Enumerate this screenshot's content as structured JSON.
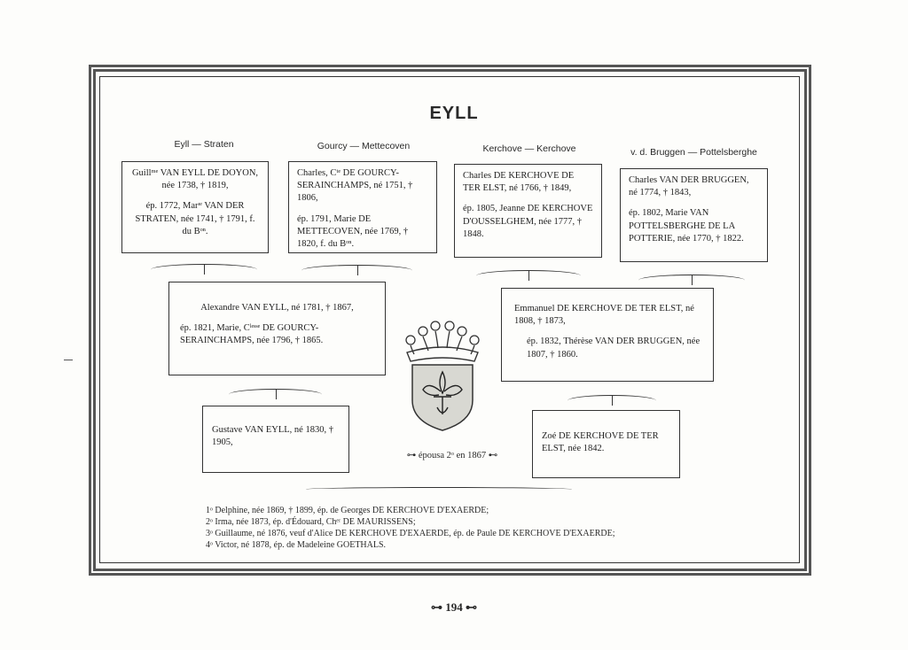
{
  "title": "EYLL",
  "couples": {
    "c1": "Eyll — Straten",
    "c2": "Gourcy — Mettecoven",
    "c3": "Kerchove — Kerchove",
    "c4": "v. d. Bruggen — Pottelsberghe"
  },
  "boxes": {
    "b1": {
      "line1": "Guillᵐᵉ VAN EYLL DE DOYON, née 1738, † 1819,",
      "line2": "ép. 1772, Marᶦᵉ VAN DER STRATEN, née 1741, † 1791, f. du Bᵒⁿ."
    },
    "b2": {
      "line1": "Charles, Cᵗᵉ DE GOURCY-SERAINCHAMPS, né 1751, † 1806,",
      "line2": "ép. 1791, Marie DE METTECOVEN, née 1769, † 1820, f. du Bᵒⁿ."
    },
    "b3": {
      "line1": "Charles DE KERCHOVE DE TER ELST, né 1766, † 1849,",
      "line2": "ép. 1805, Jeanne DE KERCHOVE D'OUSSELGHEM, née 1777, † 1848."
    },
    "b4": {
      "line1": "Charles VAN DER BRUGGEN, né 1774, † 1843,",
      "line2": "ép. 1802, Marie VAN POTTELSBERGHE DE LA POTTERIE, née 1770, † 1822."
    },
    "b5": {
      "line1": "Alexandre VAN EYLL, né 1781, † 1867,",
      "line2": "ép. 1821, Marie, Cˡᵉˢˢᵉ DE GOURCY-SERAINCHAMPS, née 1796, † 1865."
    },
    "b6": {
      "line1": "Emmanuel DE KERCHOVE DE TER ELST, né 1808, † 1873,",
      "line2": "ép. 1832, Thérèse VAN DER BRUGGEN, née 1807, † 1860."
    },
    "b7": {
      "line1": "Gustave VAN EYLL, né 1830, † 1905,"
    },
    "b8": {
      "line1": "Zoé DE KERCHOVE DE TER ELST, née 1842."
    }
  },
  "marriage": "⊶ épousa 2ᵒ en 1867 ⊷",
  "children": [
    "1ᵒ Delphine, née 1869, † 1899, ép. de Georges DE KERCHOVE D'EXAERDE;",
    "2ᵒ Irma, née 1873, ép. d'Édouard, Chᵉʳ DE MAURISSENS;",
    "3ᵒ Guillaume, né 1876, veuf d'Alice DE KERCHOVE D'EXAERDE, ép. de Paule DE KERCHOVE D'EXAERDE;",
    "4ᵒ Victor, né 1878, ép. de Madeleine GOETHALS."
  ],
  "page_number": "⊶ 194 ⊷",
  "icons": {
    "crest": "coat-of-arms-icon"
  }
}
